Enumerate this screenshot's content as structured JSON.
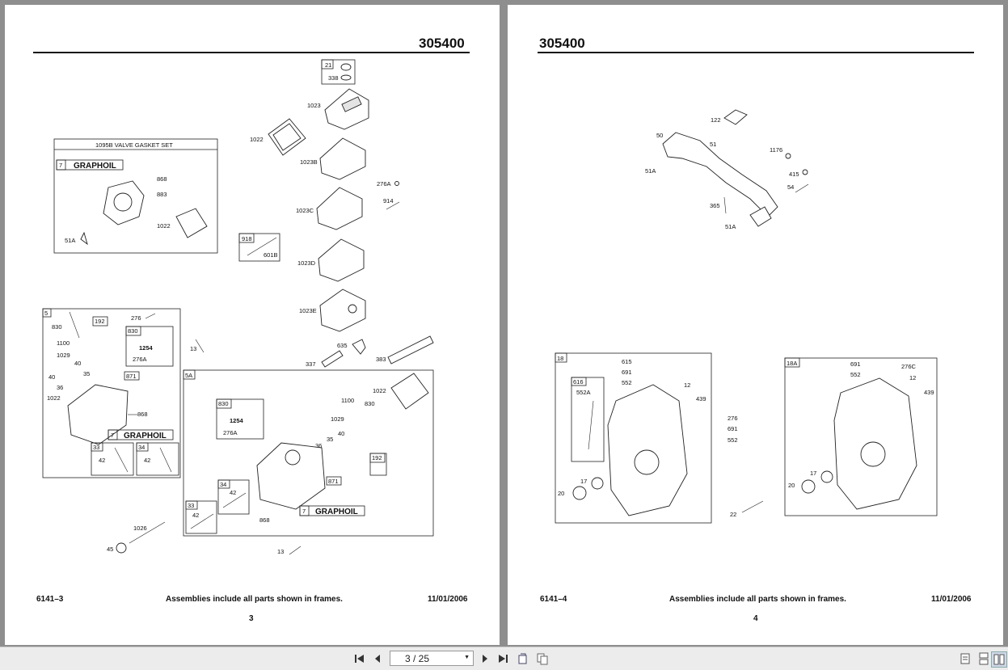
{
  "left_page": {
    "part_number": "305400",
    "footer_code": "6141–3",
    "footer_note": "Assemblies include all parts shown in frames.",
    "footer_date": "11/01/2006",
    "page_number": "3",
    "frames": {
      "gasket_set_title": "1095B VALVE GASKET SET",
      "graphoil": "GRAPHOIL"
    },
    "labels": {
      "l21": "21",
      "l338": "338",
      "l1023": "1023",
      "l1022a": "1022",
      "l1023B": "1023B",
      "l276A": "276A",
      "l914": "914",
      "l1023C": "1023C",
      "l918": "918",
      "l601B": "601B",
      "l1023D": "1023D",
      "l1023E": "1023E",
      "l635": "635",
      "l337": "337",
      "l383": "383",
      "l13a": "13",
      "l7a": "7",
      "l868a": "868",
      "l883": "883",
      "l1022b": "1022",
      "l51A": "51A",
      "l5": "5",
      "l830a": "830",
      "l192a": "192",
      "l276": "276",
      "l830b": "830",
      "l1254a": "1254",
      "l276Ab": "276A",
      "l1100a": "1100",
      "l1029a": "1029",
      "l40a": "40",
      "l871a": "871",
      "l40b": "40",
      "l36a": "36",
      "l35a": "35",
      "l1022c": "1022",
      "l868b": "868",
      "l7b": "7",
      "l33a": "33",
      "l42a": "42",
      "l34a": "34",
      "l42b": "42",
      "l5A": "5A",
      "l1022d": "1022",
      "l1100b": "1100",
      "l830c": "830",
      "l830d": "830",
      "l1254b": "1254",
      "l276Ac": "276A",
      "l1029b": "1029",
      "l40c": "40",
      "l36b": "36",
      "l35b": "35",
      "l192b": "192",
      "l871b": "871",
      "l34b": "34",
      "l42c": "42",
      "l33b": "33",
      "l42d": "42",
      "l868c": "868",
      "l7c": "7",
      "l1026": "1026",
      "l45": "45",
      "l13b": "13"
    }
  },
  "right_page": {
    "part_number": "305400",
    "footer_code": "6141–4",
    "footer_note": "Assemblies include all parts shown in frames.",
    "footer_date": "11/01/2006",
    "page_number": "4",
    "labels": {
      "r122": "122",
      "r50": "50",
      "r51": "51",
      "r1176": "1176",
      "r51Aa": "51A",
      "r415": "415",
      "r54": "54",
      "r365": "365",
      "r51Ab": "51A",
      "r18": "18",
      "r615": "615",
      "r691a": "691",
      "r552a": "552",
      "r616": "616",
      "r552A": "552A",
      "r12a": "12",
      "r439a": "439",
      "r17a": "17",
      "r20a": "20",
      "r276": "276",
      "r691b": "691",
      "r552b": "552",
      "r22": "22",
      "r18A": "18A",
      "r691c": "691",
      "r552c": "552",
      "r276C": "276C",
      "r12b": "12",
      "r439b": "439",
      "r17b": "17",
      "r20b": "20"
    }
  },
  "toolbar": {
    "page_indicator": "3 / 25",
    "icons": [
      "first-page-icon",
      "prev-page-icon",
      "next-page-icon",
      "last-page-icon",
      "rotate-icon",
      "two-page-icon",
      "single-page-view-icon",
      "continuous-view-icon",
      "facing-view-icon"
    ]
  }
}
